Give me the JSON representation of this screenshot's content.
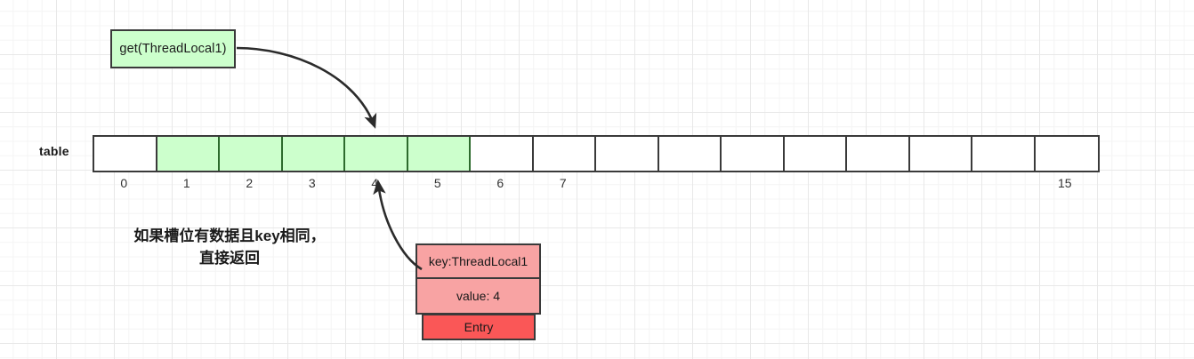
{
  "diagram": {
    "title_box": {
      "label": "get(ThreadLocal1)"
    },
    "table": {
      "label": "table",
      "cell_count": 16,
      "filled_cells": [
        1,
        2,
        3,
        4,
        5
      ],
      "fill_color": "#ccffcc",
      "border_color": "#3a3a3a",
      "index_labels": [
        "0",
        "1",
        "2",
        "3",
        "4",
        "5",
        "6",
        "7",
        "",
        "",
        "",
        "",
        "",
        "",
        "",
        "15"
      ]
    },
    "annotation": {
      "line1": "如果槽位有数据且key相同，",
      "line2": "直接返回"
    },
    "entry": {
      "key_label": "key:ThreadLocal1",
      "value_label": "value: 4",
      "footer_label": "Entry",
      "key_color": "#f8a3a3",
      "value_color": "#f8a3a3",
      "footer_color": "#fa5757"
    },
    "arrows": [
      {
        "name": "call-to-slot-arrow",
        "from": "get(ThreadLocal1)",
        "to": "table slot 4"
      },
      {
        "name": "entry-to-slot-arrow",
        "from": "Entry",
        "to": "table slot 4"
      }
    ]
  }
}
